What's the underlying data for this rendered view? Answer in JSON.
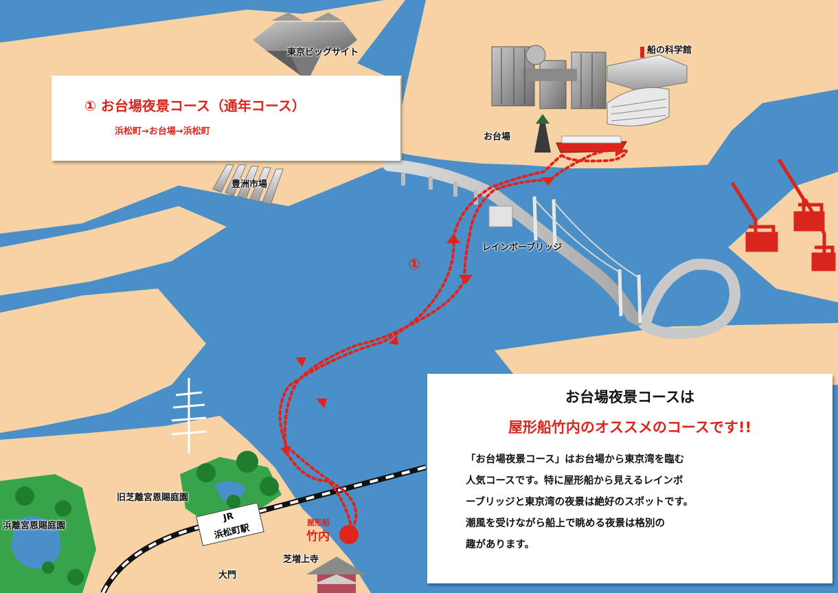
{
  "course_panel": {
    "title": "① お台場夜景コース（通年コース）",
    "route": "浜松町→お台場→浜松町"
  },
  "info_panel": {
    "heading": "お台場夜景コースは",
    "subheading": "屋形船竹内のオススメのコースです!!",
    "body_lines": [
      "「お台場夜景コース」はお台場から東京湾を臨む",
      "人気コースです。特に屋形船から見えるレインボ",
      "ーブリッジと東京湾の夜景は絶好のスポットです。",
      "潮風を受けながら船上で眺める夜景は格別の",
      "趣があります。"
    ]
  },
  "places": {
    "big_sight": "東京ビッグサイト",
    "ship_museum": "船の科学館",
    "odaiba": "お台場",
    "toyosu": "豊洲市場",
    "rainbow_bridge": "レインボーブリッジ",
    "shiba_rikyu": "旧芝離宮恩賜庭園",
    "hama_rikyu": "浜離宮恩賜庭園",
    "zojoji": "芝増上寺",
    "daimon": "大門"
  },
  "station": {
    "line1": "JR",
    "line2": "浜松町駅"
  },
  "boat_marker": {
    "small": "屋形船",
    "big": "竹内"
  },
  "route_marker": "①",
  "colors": {
    "water": "#4a8fc8",
    "land": "#f7d2a4",
    "accent_red": "#d8261c",
    "route_red": "#e0241b",
    "park_green": "#37a34a"
  },
  "icons": [
    "cranes-icon",
    "tower-icon",
    "temple-icon",
    "boat-icon",
    "trees-icon"
  ]
}
